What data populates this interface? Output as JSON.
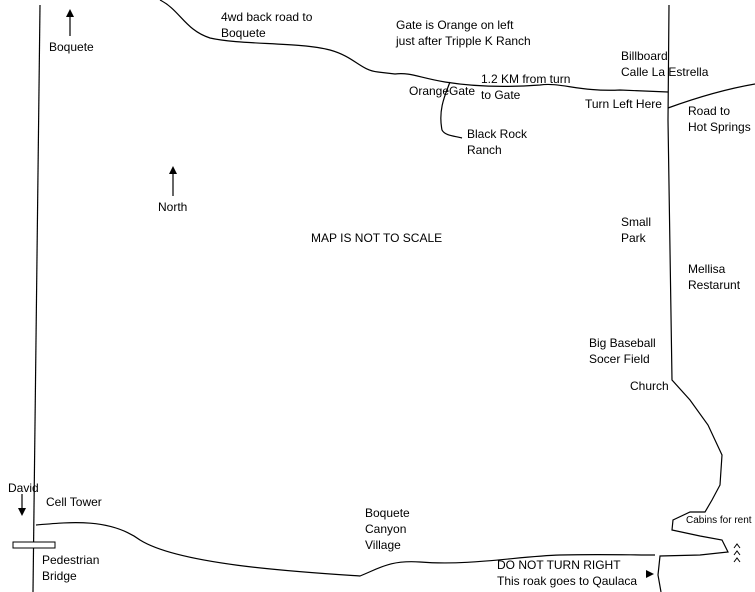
{
  "map": {
    "title": "MAP IS NOT TO SCALE",
    "labels": {
      "boquete_north": "Boquete",
      "back_road_1": "4wd back road to",
      "back_road_2": "Boquete",
      "gate_note_1": "Gate is Orange on left",
      "gate_note_2": "just after Tripple K Ranch",
      "billboard_1": "Billboard",
      "billboard_2": "Calle La Estrella",
      "distance_1": "1.2 KM from turn",
      "distance_2": "to Gate",
      "orange_gate": "OrangeGate",
      "turn_left": "Turn Left Here",
      "hot_springs_1": "Road to",
      "hot_springs_2": "Hot Springs",
      "black_rock_1": "Black Rock",
      "black_rock_2": "Ranch",
      "north": "North",
      "small_park_1": "Small",
      "small_park_2": "Park",
      "mellisa_1": "Mellisa",
      "mellisa_2": "Restarunt",
      "baseball_1": "Big Baseball",
      "baseball_2": "Socer Field",
      "church": "Church",
      "david": "David",
      "cell_tower": "Cell Tower",
      "canyon_1": "Boquete",
      "canyon_2": "Canyon",
      "canyon_3": "Village",
      "cabins": "Cabins for rent",
      "ped_bridge_1": "Pedestrian",
      "ped_bridge_2": "Bridge",
      "do_not_turn": "DO NOT TURN RIGHT",
      "qaulaca": "This roak goes to Qaulaca"
    }
  }
}
